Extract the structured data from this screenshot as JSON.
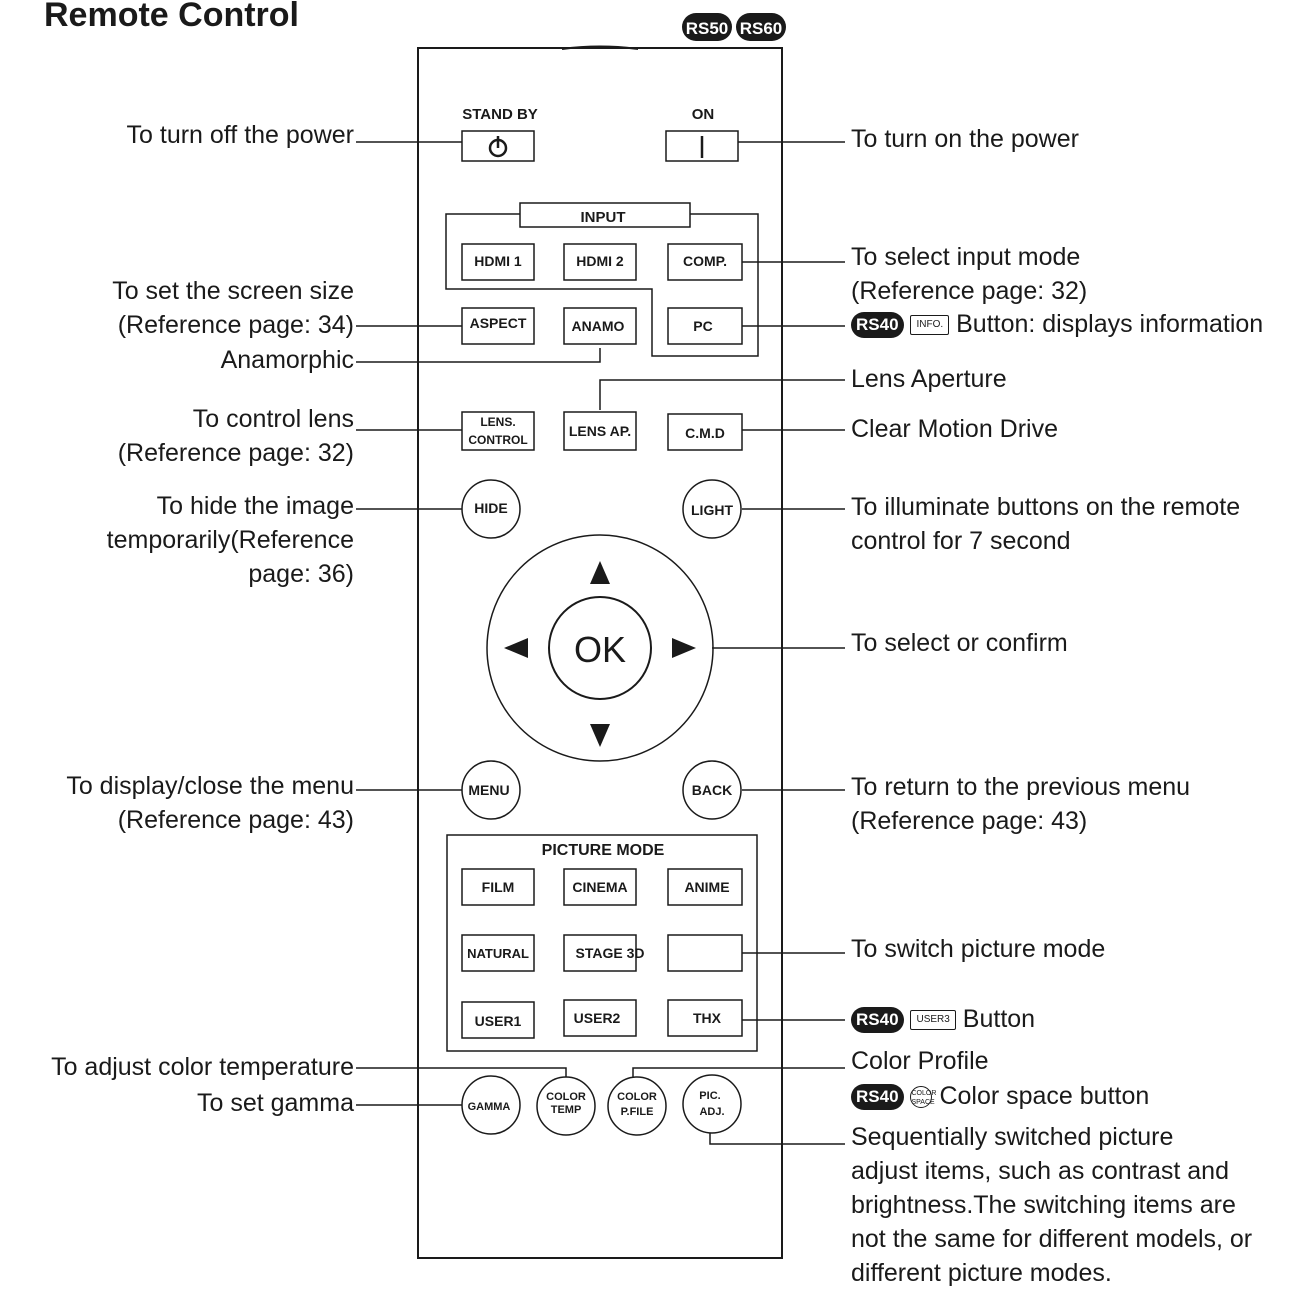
{
  "title": "Remote Control",
  "models": [
    "RS50",
    "RS60"
  ],
  "remote": {
    "standby_label": "STAND BY",
    "on_label": "ON",
    "input_label": "INPUT",
    "picture_mode_label": "PICTURE MODE",
    "ok_label": "OK",
    "buttons": {
      "hdmi1": "HDMI 1",
      "hdmi2": "HDMI 2",
      "comp": "COMP.",
      "aspect": "ASPECT",
      "anamo": "ANAMO",
      "pc": "PC",
      "lens_control_1": "LENS.",
      "lens_control_2": "CONTROL",
      "lens_ap": "LENS AP.",
      "cmd": "C.M.D",
      "hide": "HIDE",
      "light": "LIGHT",
      "menu": "MENU",
      "back": "BACK",
      "film": "FILM",
      "cinema": "CINEMA",
      "anime": "ANIME",
      "natural": "NATURAL",
      "stage3d": "STAGE 3D",
      "user1": "USER1",
      "user2": "USER2",
      "thx": "THX",
      "gamma": "GAMMA",
      "color_temp_1": "COLOR",
      "color_temp_2": "TEMP",
      "color_profile_1": "COLOR",
      "color_profile_2": "P.FILE",
      "pic_adj_1": "PIC.",
      "pic_adj_2": "ADJ."
    }
  },
  "annotations": {
    "left": {
      "power_off": "To turn off the power",
      "screen_size_1": "To set the screen size",
      "screen_size_2": "(Reference page: 34)",
      "anamorphic": "Anamorphic",
      "lens_1": "To control lens",
      "lens_2": "(Reference page: 32)",
      "hide_1": "To hide the image",
      "hide_2": "temporarily(Reference",
      "hide_3": "page: 36)",
      "menu_1": "To display/close the menu",
      "menu_2": "(Reference page: 43)",
      "color_temp": "To adjust color temperature",
      "gamma": "To set gamma"
    },
    "right": {
      "power_on": "To turn on the power",
      "input_1": "To select input mode",
      "input_2": "(Reference page: 32)",
      "info_badge": "RS40",
      "info_mini": "INFO.",
      "info_text": "Button: displays information",
      "lens_aperture": "Lens Aperture",
      "cmd": "Clear Motion Drive",
      "light_1": "To illuminate buttons on the remote",
      "light_2": "control for 7 second",
      "ok": "To select or confirm",
      "back_1": "To return to the previous menu",
      "back_2": "(Reference page: 43)",
      "picture_mode": "To switch picture mode",
      "user3_badge": "RS40",
      "user3_mini": "USER3",
      "user3_text": "Button",
      "color_profile": "Color Profile",
      "color_space_badge": "RS40",
      "color_space_mini_1": "COLOR",
      "color_space_mini_2": "SPACE",
      "color_space_text": "Color space button",
      "pic_adj_1": "Sequentially switched picture",
      "pic_adj_2": "adjust items, such as contrast and",
      "pic_adj_3": "brightness.The switching items are",
      "pic_adj_4": "not the same for different models, or",
      "pic_adj_5": "different picture modes."
    }
  }
}
